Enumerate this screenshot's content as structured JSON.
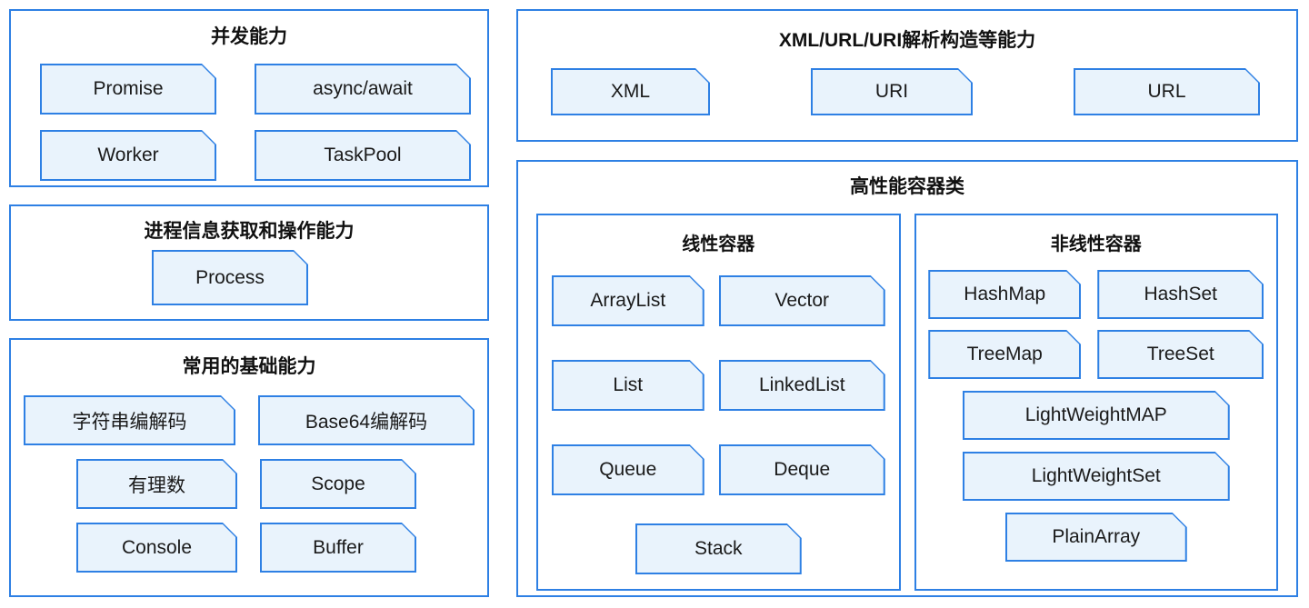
{
  "colors": {
    "panel_border": "#2e80e4",
    "chip_border": "#2e80e4",
    "chip_fill": "#e9f3fc",
    "text": "#1a1a1a",
    "background": "#ffffff"
  },
  "panels": {
    "concurrency": {
      "title": "并发能力",
      "items": [
        {
          "label": "Promise"
        },
        {
          "label": "async/await"
        },
        {
          "label": "Worker"
        },
        {
          "label": "TaskPool"
        }
      ]
    },
    "process": {
      "title": "进程信息获取和操作能力",
      "items": [
        {
          "label": "Process"
        }
      ]
    },
    "basics": {
      "title": "常用的基础能力",
      "items": [
        {
          "label": "字符串编解码"
        },
        {
          "label": "Base64编解码"
        },
        {
          "label": "有理数"
        },
        {
          "label": "Scope"
        },
        {
          "label": "Console"
        },
        {
          "label": "Buffer"
        }
      ]
    },
    "xml_url_uri": {
      "title": "XML/URL/URI解析构造等能力",
      "items": [
        {
          "label": "XML"
        },
        {
          "label": "URI"
        },
        {
          "label": "URL"
        }
      ]
    },
    "containers": {
      "title": "高性能容器类",
      "linear": {
        "title": "线性容器",
        "items": [
          {
            "label": "ArrayList"
          },
          {
            "label": "Vector"
          },
          {
            "label": "List"
          },
          {
            "label": "LinkedList"
          },
          {
            "label": "Queue"
          },
          {
            "label": "Deque"
          },
          {
            "label": "Stack"
          }
        ]
      },
      "nonlinear": {
        "title": "非线性容器",
        "items": [
          {
            "label": "HashMap"
          },
          {
            "label": "HashSet"
          },
          {
            "label": "TreeMap"
          },
          {
            "label": "TreeSet"
          },
          {
            "label": "LightWeightMAP"
          },
          {
            "label": "LightWeightSet"
          },
          {
            "label": "PlainArray"
          }
        ]
      }
    }
  }
}
